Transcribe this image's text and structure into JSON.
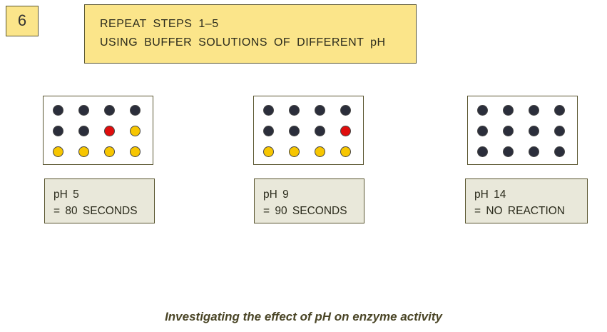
{
  "step_number": "6",
  "instruction": {
    "line1": "REPEAT  STEPS  1–5",
    "line2": "USING  BUFFER  SOLUTIONS  OF  DIFFERENT  pH"
  },
  "colors": {
    "dark": "#2b2e3b",
    "red": "#e00d0d",
    "yellow": "#f7c600"
  },
  "plates": [
    {
      "ph": "pH 5",
      "result": "= 80  SECONDS",
      "dots": [
        "dark",
        "dark",
        "dark",
        "dark",
        "dark",
        "dark",
        "red",
        "yellow",
        "yellow",
        "yellow",
        "yellow",
        "yellow"
      ]
    },
    {
      "ph": "pH 9",
      "result": "= 90  SECONDS",
      "dots": [
        "dark",
        "dark",
        "dark",
        "dark",
        "dark",
        "dark",
        "dark",
        "red",
        "yellow",
        "yellow",
        "yellow",
        "yellow"
      ]
    },
    {
      "ph": "pH 14",
      "result": "= NO  REACTION",
      "dots": [
        "dark",
        "dark",
        "dark",
        "dark",
        "dark",
        "dark",
        "dark",
        "dark",
        "dark",
        "dark",
        "dark",
        "dark"
      ]
    }
  ],
  "caption": "Investigating the effect of pH on enzyme activity"
}
